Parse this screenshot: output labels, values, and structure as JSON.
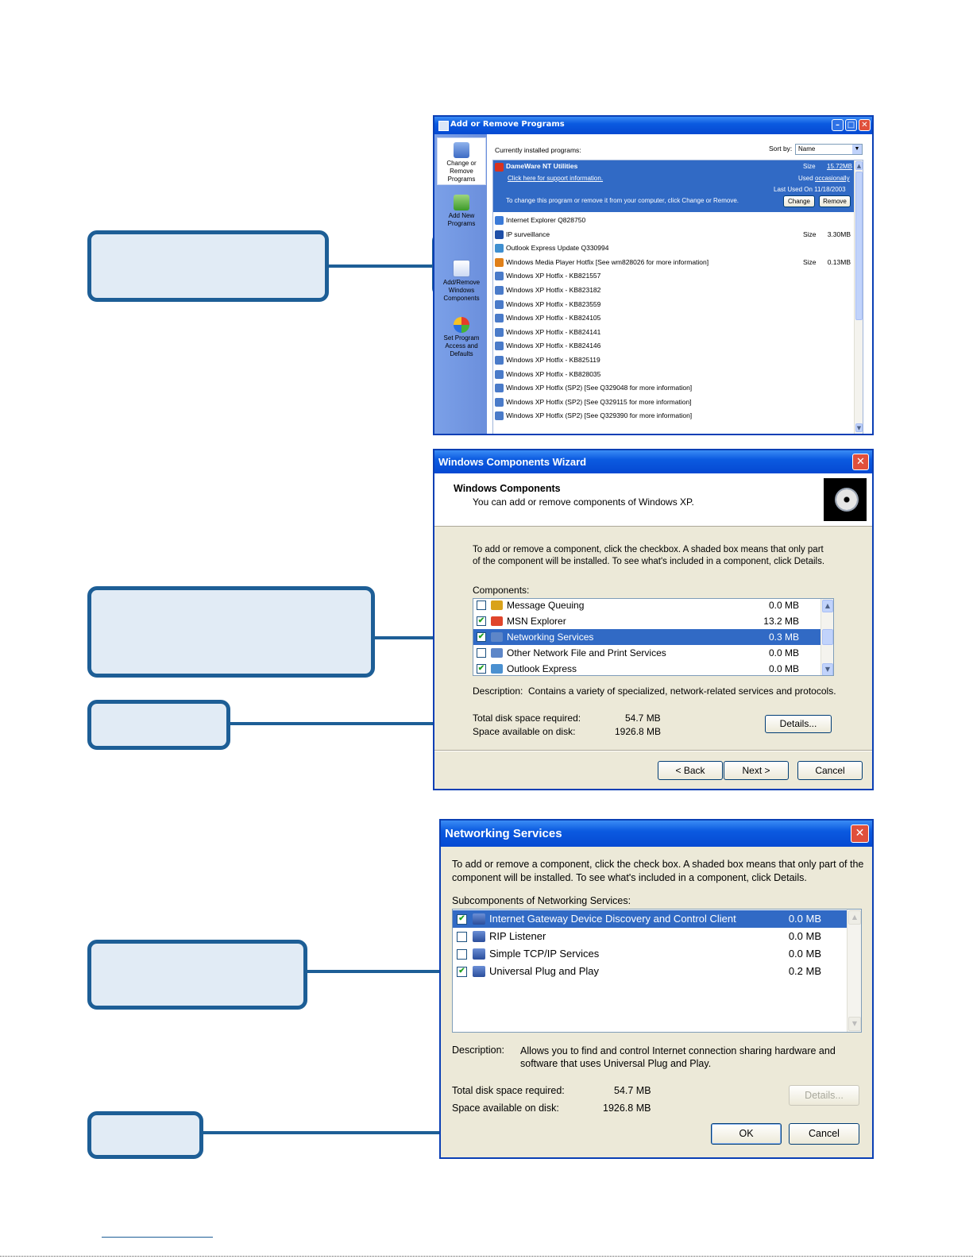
{
  "arp": {
    "title": "Add or Remove Programs",
    "sidebar": [
      {
        "label": "Change or Remove Programs"
      },
      {
        "label": "Add New Programs"
      },
      {
        "label": "Add/Remove Windows Components"
      },
      {
        "label": "Set Program Access and Defaults"
      }
    ],
    "list_header": "Currently installed programs:",
    "sort_label": "Sort by:",
    "sort_value": "Name",
    "selected": {
      "name": "DameWare NT Utilities",
      "size_label": "Size",
      "size_value": "15.72MB",
      "support_link": "Click here for support information.",
      "used_label": "Used",
      "used_value": "occasionally",
      "last_used": "Last Used On 11/18/2003",
      "change_text": "To change this program or remove it from your computer, click Change or Remove.",
      "change_button": "Change",
      "remove_button": "Remove"
    },
    "programs": [
      {
        "name": "Internet Explorer Q828750",
        "size_label": "",
        "size": "",
        "color": "#3a7ad8"
      },
      {
        "name": "IP surveillance",
        "size_label": "Size",
        "size": "3.30MB",
        "color": "#1e4fa8"
      },
      {
        "name": "Outlook Express Update Q330994",
        "size_label": "",
        "size": "",
        "color": "#3f8fd0"
      },
      {
        "name": "Windows Media Player Hotfix [See wm828026 for more information]",
        "size_label": "Size",
        "size": "0.13MB",
        "color": "#e0801a"
      },
      {
        "name": "Windows XP Hotfix - KB821557",
        "size_label": "",
        "size": "",
        "color": "#4a7bc9"
      },
      {
        "name": "Windows XP Hotfix - KB823182",
        "size_label": "",
        "size": "",
        "color": "#4a7bc9"
      },
      {
        "name": "Windows XP Hotfix - KB823559",
        "size_label": "",
        "size": "",
        "color": "#4a7bc9"
      },
      {
        "name": "Windows XP Hotfix - KB824105",
        "size_label": "",
        "size": "",
        "color": "#4a7bc9"
      },
      {
        "name": "Windows XP Hotfix - KB824141",
        "size_label": "",
        "size": "",
        "color": "#4a7bc9"
      },
      {
        "name": "Windows XP Hotfix - KB824146",
        "size_label": "",
        "size": "",
        "color": "#4a7bc9"
      },
      {
        "name": "Windows XP Hotfix - KB825119",
        "size_label": "",
        "size": "",
        "color": "#4a7bc9"
      },
      {
        "name": "Windows XP Hotfix - KB828035",
        "size_label": "",
        "size": "",
        "color": "#4a7bc9"
      },
      {
        "name": "Windows XP Hotfix (SP2) [See Q329048 for more information]",
        "size_label": "",
        "size": "",
        "color": "#4a7bc9"
      },
      {
        "name": "Windows XP Hotfix (SP2) [See Q329115 for more information]",
        "size_label": "",
        "size": "",
        "color": "#4a7bc9"
      },
      {
        "name": "Windows XP Hotfix (SP2) [See Q329390 for more information]",
        "size_label": "",
        "size": "",
        "color": "#4a7bc9"
      }
    ]
  },
  "wizard": {
    "title": "Windows Components Wizard",
    "header_title": "Windows Components",
    "header_subtitle": "You can add or remove components of Windows XP.",
    "instructions": "To add or remove a component, click the checkbox.  A shaded box means that only part of the component will be installed.  To see what's included in a component, click Details.",
    "components_label": "Components:",
    "components": [
      {
        "name": "Message Queuing",
        "size": "0.0 MB",
        "checked": false,
        "color": "#d9a21b"
      },
      {
        "name": "MSN Explorer",
        "size": "13.2 MB",
        "checked": true,
        "color": "#e0452b"
      },
      {
        "name": "Networking Services",
        "size": "0.3 MB",
        "checked": true,
        "color": "#5d86c8"
      },
      {
        "name": "Other Network File and Print Services",
        "size": "0.0 MB",
        "checked": false,
        "color": "#5d86c8"
      },
      {
        "name": "Outlook Express",
        "size": "0.0 MB",
        "checked": true,
        "color": "#4a90d0"
      }
    ],
    "description_label": "Description:",
    "description": "Contains a variety of specialized, network-related services and protocols.",
    "disk_required_label": "Total disk space required:",
    "disk_required": "54.7 MB",
    "disk_available_label": "Space available on disk:",
    "disk_available": "1926.8 MB",
    "details_button": "Details...",
    "back_button": "< Back",
    "next_button": "Next >",
    "cancel_button": "Cancel"
  },
  "netsvc": {
    "title": "Networking Services",
    "instructions": "To add or remove a component, click the check box. A shaded box means that only part of the component will be installed. To see what's included in a component, click Details.",
    "subcomponents_label": "Subcomponents of Networking Services:",
    "items": [
      {
        "name": "Internet Gateway Device Discovery and Control Client",
        "size": "0.0 MB",
        "checked": true
      },
      {
        "name": "RIP Listener",
        "size": "0.0 MB",
        "checked": false
      },
      {
        "name": "Simple TCP/IP Services",
        "size": "0.0 MB",
        "checked": false
      },
      {
        "name": "Universal Plug and Play",
        "size": "0.2 MB",
        "checked": true
      }
    ],
    "description_label": "Description:",
    "description": "Allows you to find and control Internet connection sharing hardware and software that uses Universal Plug and Play.",
    "disk_required_label": "Total disk space required:",
    "disk_required": "54.7 MB",
    "disk_available_label": "Space available on disk:",
    "disk_available": "1926.8 MB",
    "details_button": "Details...",
    "ok_button": "OK",
    "cancel_button": "Cancel"
  },
  "colors": {
    "callout_border": "#1d5e96",
    "callout_fill": "#e1ebf5",
    "xp_blue": "#0b5ae0",
    "selection": "#316ac5"
  }
}
